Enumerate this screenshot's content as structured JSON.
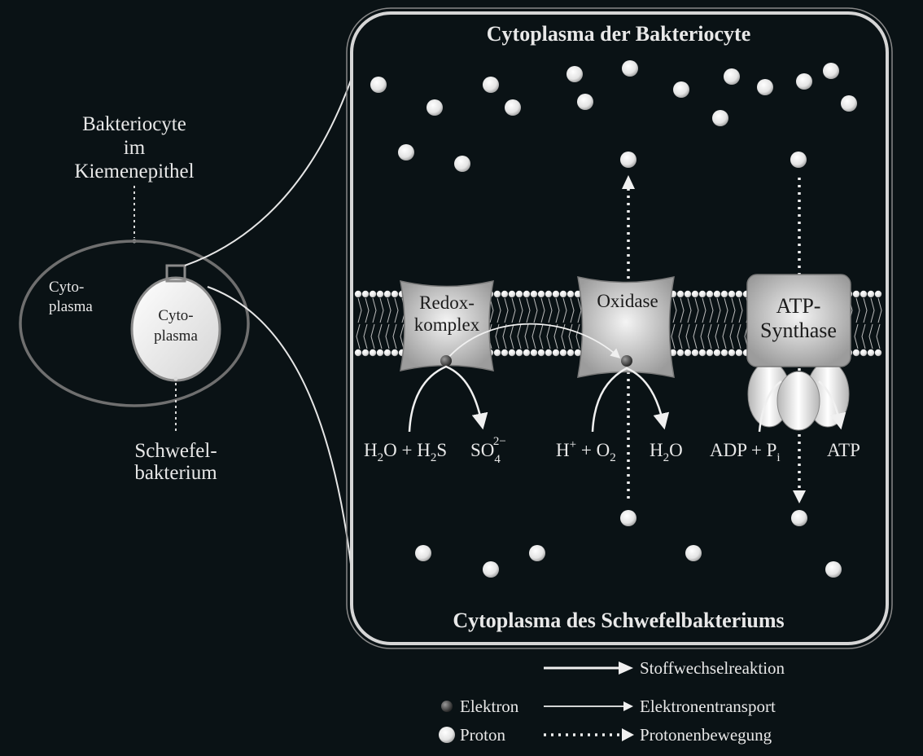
{
  "left": {
    "bacteriocyte_label": [
      "Bakteriocyte",
      "im",
      "Kiemenepithel"
    ],
    "outer_cytoplasm_label": [
      "Cyto-",
      "plasma"
    ],
    "inner_cytoplasm_label": [
      "Cyto-",
      "plasma"
    ],
    "sulfur_bacterium_label": [
      "Schwefel-",
      "bakterium"
    ]
  },
  "panel": {
    "top_title": "Cytoplasma der Bakteriocyte",
    "bottom_title": "Cytoplasma des Schwefelbakteriums"
  },
  "complexes": {
    "redox": [
      "Redox-",
      "komplex"
    ],
    "oxidase": "Oxidase",
    "atp_synthase": [
      "ATP-",
      "Synthase"
    ]
  },
  "reactions": {
    "h2o": "H",
    "h2o_sub": "2",
    "h2o_o": "O",
    "plus_h2s": " + H",
    "h2s_sub": "2",
    "h2s_s": "S",
    "so4": "SO",
    "so4_sub": "4",
    "so4_sup": "2−",
    "hplus": "H",
    "hplus_sup": "+",
    "plus_o2": " + O",
    "o2_sub": "2",
    "h2o_out": "H",
    "h2o_out_sub": "2",
    "h2o_out_o": "O",
    "adp": "ADP + P",
    "adp_sub": "i",
    "atp": "ATP"
  },
  "legend": {
    "reaction": "Stoffwechselreaktion",
    "electron": "Elektron",
    "electron_transport": "Elektronentransport",
    "proton": "Proton",
    "proton_movement": "Protonenbewegung"
  }
}
